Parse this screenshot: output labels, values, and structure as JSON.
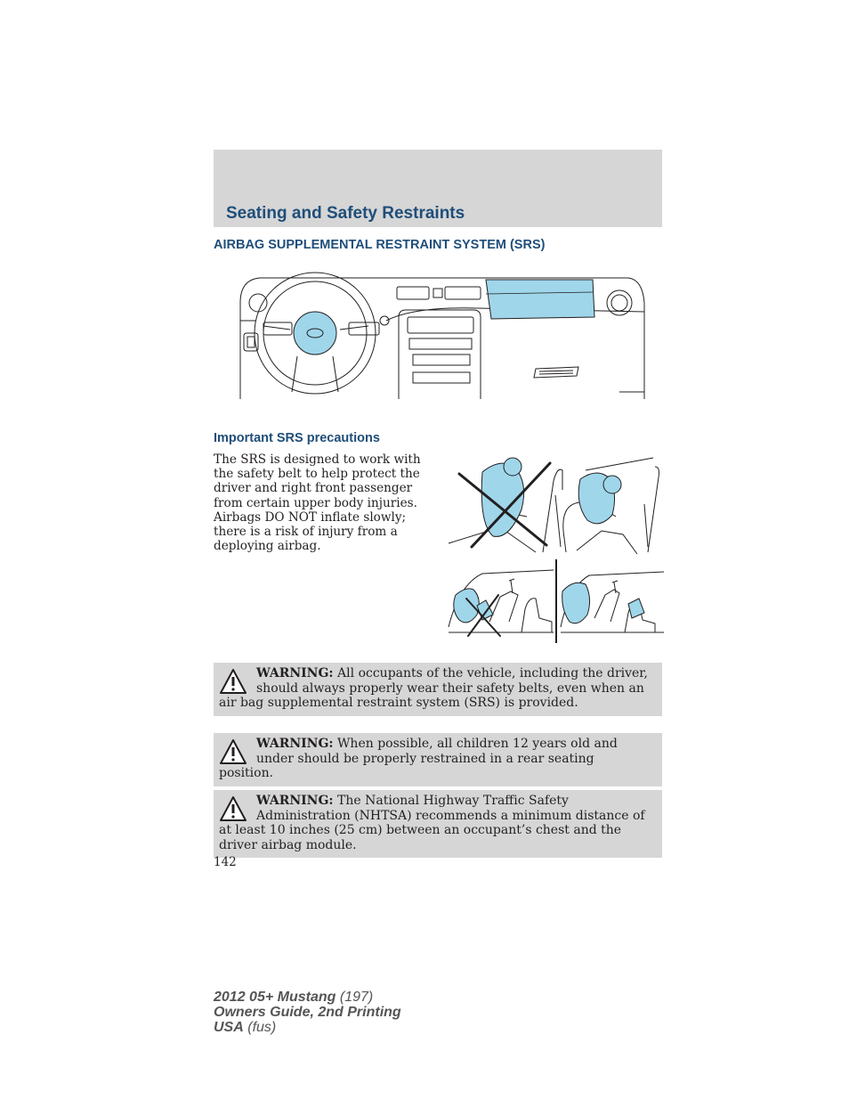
{
  "header": {
    "title": "Seating and Safety Restraints"
  },
  "section": {
    "heading": "AIRBAG SUPPLEMENTAL RESTRAINT SYSTEM (SRS)"
  },
  "precautions": {
    "heading": "Important SRS precautions",
    "body": "The SRS is designed to work with the safety belt to help protect the driver and right front passenger from certain upper body injuries. Airbags DO NOT inflate slowly; there is a risk of injury from a deploying airbag."
  },
  "warnings": [
    {
      "label": "WARNING:",
      "text": "All occupants of the vehicle, including the driver, should always properly wear their safety belts, even when an air bag supplemental restraint system (SRS) is provided."
    },
    {
      "label": "WARNING:",
      "text": "When possible, all children 12 years old and under should be properly restrained in a rear seating position."
    },
    {
      "label": "WARNING:",
      "text": "The National Highway Traffic Safety Administration (NHTSA) recommends a minimum distance of at least 10 inches (25 cm) between an occupant’s chest and the driver airbag module."
    }
  ],
  "page_number": "142",
  "footer": {
    "line1_bold": "2012 05+ Mustang",
    "line1_normal": "(197)",
    "line2_bold": "Owners Guide, 2nd Printing",
    "line3_bold": "USA",
    "line3_normal": "(fus)"
  },
  "colors": {
    "airbag_blue": "#9fd6ea",
    "heading_blue": "#1f4e79",
    "band_gray": "#d6d6d6"
  },
  "icons": {
    "warning": "warning-triangle-icon",
    "cross": "cross-out-icon"
  }
}
